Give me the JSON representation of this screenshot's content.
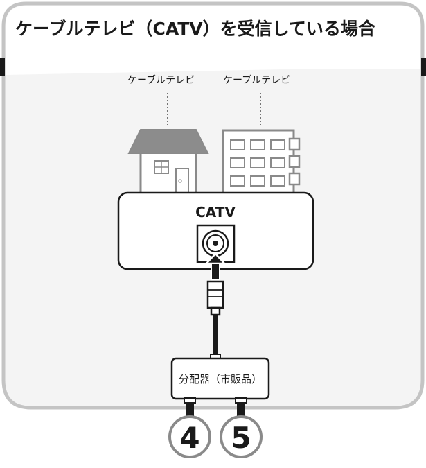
{
  "title": "ケーブルテレビ（CATV）を受信している場合",
  "labels": {
    "cable_left": "ケーブルテレビ",
    "cable_right": "ケーブルテレビ",
    "catv": "CATV",
    "splitter": "分配器（市販品）",
    "port_4": "4",
    "port_5": "5"
  },
  "colors": {
    "panel_border": "#c4c4c4",
    "roof": "#8c8c8c",
    "building_stroke": "#8a8a8a",
    "cable": "#1a1a1a"
  }
}
